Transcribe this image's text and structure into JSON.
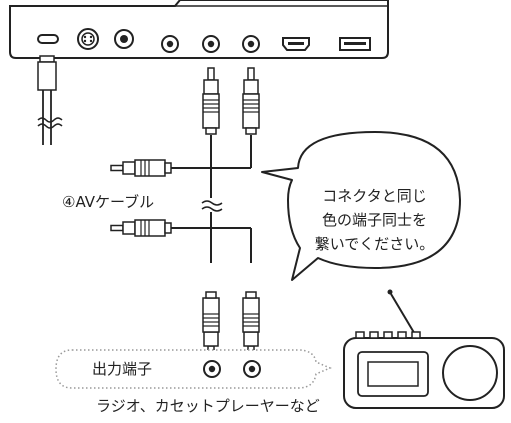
{
  "labels": {
    "cable": "④AVケーブル",
    "bubble_lines": [
      "コネクタと同じ",
      "色の端子同士を",
      "繋いでください。"
    ],
    "output_terminal": "出力端子",
    "device_caption": "ラジオ、カセットプレーヤーなど"
  },
  "icons": {
    "player_ports": [
      "usb-c-port-icon",
      "s-video-port-icon",
      "headphone-port-icon",
      "rca-port-icon",
      "rca-port-icon",
      "rca-port-icon",
      "hdmi-port-icon",
      "usb-port-icon"
    ],
    "output_ports": [
      "rca-port-icon",
      "rca-port-icon"
    ],
    "device": "radio-cassette-icon"
  },
  "colors": {
    "line": "#222222",
    "fill": "#ffffff",
    "bubble_border": "#999999"
  }
}
